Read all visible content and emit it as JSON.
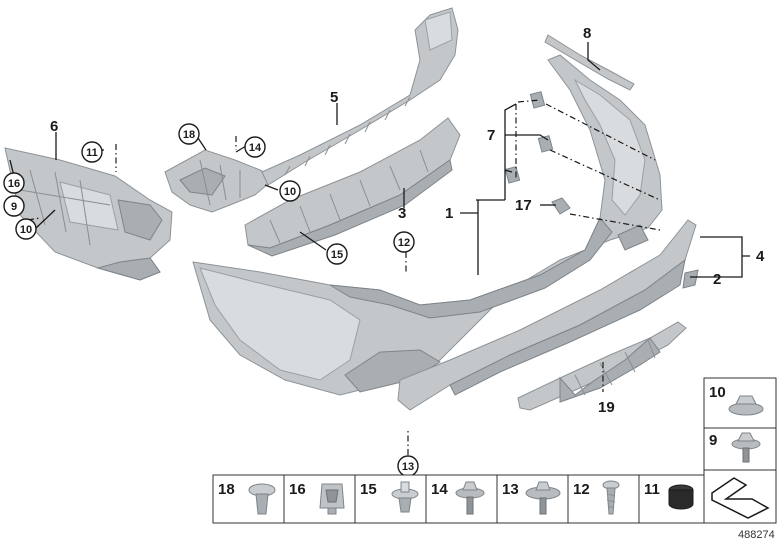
{
  "diagram_id": "488274",
  "callouts": {
    "c1": "1",
    "c2": "2",
    "c3": "3",
    "c4": "4",
    "c5": "5",
    "c6": "6",
    "c7": "7",
    "c8": "8",
    "c9": "9",
    "c10a": "10",
    "c10b": "10",
    "c11": "11",
    "c12": "12",
    "c13": "13",
    "c14": "14",
    "c15": "15",
    "c16": "16",
    "c17": "17",
    "c18": "18",
    "c19": "19"
  },
  "legend_right": [
    "10",
    "9"
  ],
  "legend_bottom": [
    "18",
    "16",
    "15",
    "14",
    "13",
    "12",
    "11"
  ]
}
